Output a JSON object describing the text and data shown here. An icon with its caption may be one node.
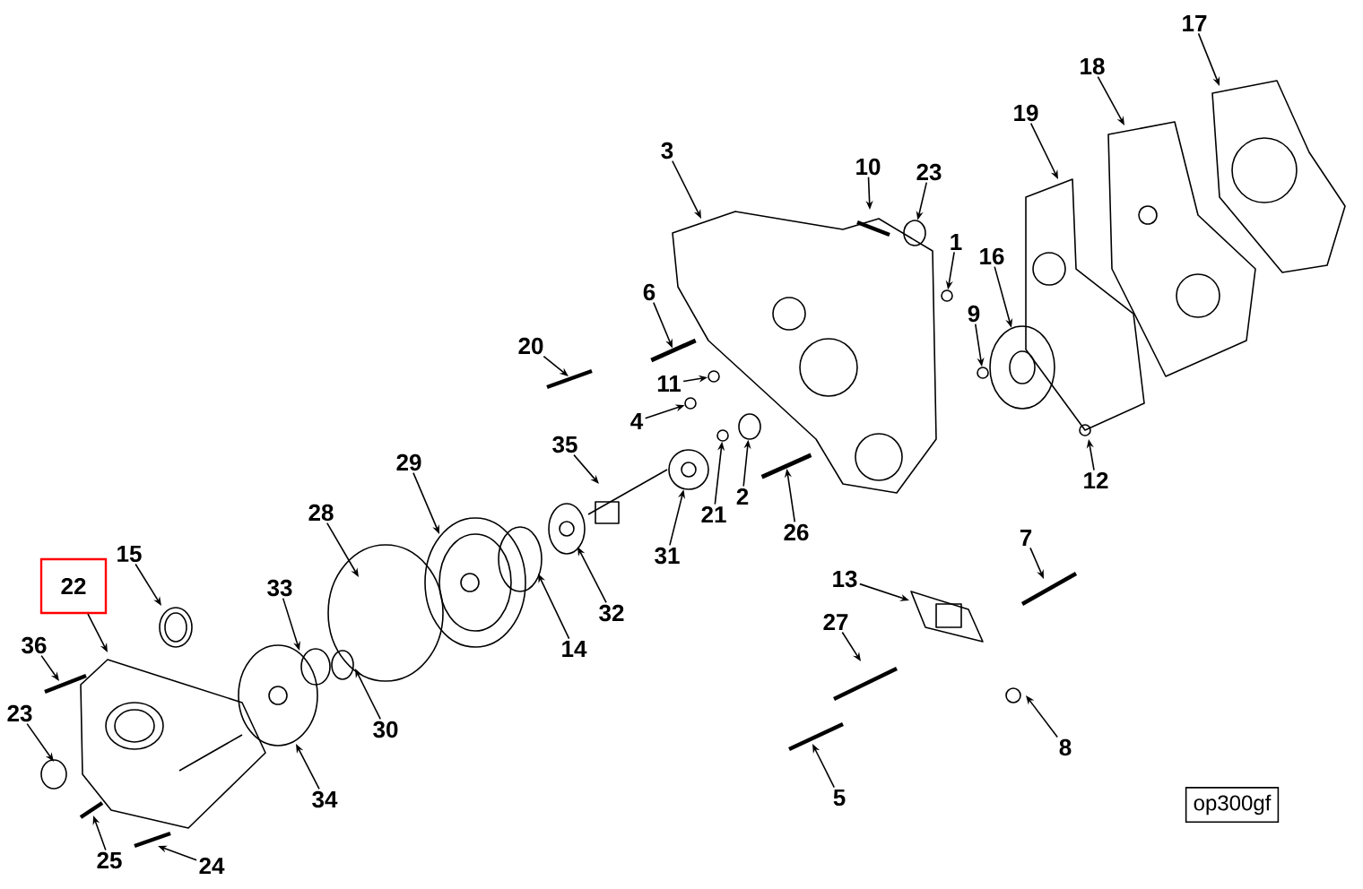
{
  "diagram": {
    "nodes": [
      {
        "text": [
          "17"
        ]
      },
      {
        "text": [
          "18"
        ]
      },
      {
        "text": [
          "19"
        ]
      },
      {
        "text": [
          "3"
        ]
      },
      {
        "text": [
          "10"
        ]
      },
      {
        "text": [
          "23"
        ]
      },
      {
        "text": [
          "1"
        ]
      },
      {
        "text": [
          "16"
        ]
      },
      {
        "text": [
          "6"
        ]
      },
      {
        "text": [
          "9"
        ]
      },
      {
        "text": [
          "20"
        ]
      },
      {
        "text": [
          "11"
        ]
      },
      {
        "text": [
          "4"
        ]
      },
      {
        "text": [
          "35"
        ]
      },
      {
        "text": [
          "29"
        ]
      },
      {
        "text": [
          "2"
        ]
      },
      {
        "text": [
          "21"
        ]
      },
      {
        "text": [
          "26"
        ]
      },
      {
        "text": [
          "12"
        ]
      },
      {
        "text": [
          "31"
        ]
      },
      {
        "text": [
          "28"
        ]
      },
      {
        "text": [
          "15"
        ]
      },
      {
        "text": [
          "22"
        ]
      },
      {
        "text": [
          "14"
        ]
      },
      {
        "text": [
          "32"
        ]
      },
      {
        "text": [
          "13"
        ]
      },
      {
        "text": [
          "7"
        ]
      },
      {
        "text": [
          "33"
        ]
      },
      {
        "text": [
          "27"
        ]
      },
      {
        "text": [
          "36"
        ]
      },
      {
        "text": [
          "23"
        ]
      },
      {
        "text": [
          "30"
        ]
      },
      {
        "text": [
          "8"
        ]
      },
      {
        "text": [
          "34"
        ]
      },
      {
        "text": [
          "5"
        ]
      },
      {
        "text": [
          "25"
        ]
      },
      {
        "text": [
          "24"
        ]
      },
      {
        "text": [
          "op300gf"
        ]
      },
      {
        "text": [],
        "shape": "circle"
      },
      {
        "text": [],
        "shape": "circle"
      },
      {
        "text": [],
        "shape": "circle"
      },
      {
        "text": [],
        "shape": "circle"
      },
      {
        "text": [],
        "shape": "bar"
      },
      {
        "text": [],
        "shape": "circle"
      },
      {
        "text": [],
        "shape": "circle"
      },
      {
        "text": [],
        "shape": "circle"
      },
      {
        "text": [],
        "shape": "circle"
      },
      {
        "text": [],
        "shape": "circle"
      },
      {
        "text": [],
        "shape": "bar"
      }
    ],
    "edges": [
      {
        "from": 0,
        "to": null,
        "arrow": "to"
      },
      {
        "from": 1,
        "to": null,
        "arrow": "to"
      },
      {
        "from": 2,
        "to": null,
        "arrow": "to"
      },
      {
        "from": 3,
        "to": null,
        "arrow": "to"
      },
      {
        "from": 4,
        "to": null,
        "arrow": "to"
      },
      {
        "from": 5,
        "to": 38,
        "arrow": "to"
      },
      {
        "from": 6,
        "to": 39,
        "arrow": "to"
      },
      {
        "from": 7,
        "to": 40,
        "arrow": "to"
      },
      {
        "from": 8,
        "to": 42,
        "arrow": "to"
      },
      {
        "from": 9,
        "to": 41,
        "arrow": "to"
      },
      {
        "from": 10,
        "to": null,
        "arrow": "to"
      },
      {
        "from": 11,
        "to": 43,
        "arrow": "to"
      },
      {
        "from": 12,
        "to": 44,
        "arrow": "to"
      },
      {
        "from": 13,
        "to": null,
        "arrow": "to"
      },
      {
        "from": 14,
        "to": null,
        "arrow": "to"
      },
      {
        "from": 15,
        "to": 45,
        "arrow": "to"
      },
      {
        "from": 16,
        "to": 46,
        "arrow": "to"
      },
      {
        "from": 17,
        "to": 48,
        "arrow": "to"
      },
      {
        "from": 18,
        "to": null,
        "arrow": "to"
      },
      {
        "from": 19,
        "to": 47,
        "arrow": "to"
      },
      {
        "from": 20,
        "to": null,
        "arrow": "to"
      },
      {
        "from": 21,
        "to": null,
        "arrow": "to"
      },
      {
        "from": 22,
        "to": null,
        "arrow": "to"
      },
      {
        "from": 23,
        "to": null,
        "arrow": "to"
      },
      {
        "from": 24,
        "to": null,
        "arrow": "to"
      },
      {
        "from": 25,
        "to": null,
        "arrow": "to"
      },
      {
        "from": 26,
        "to": null,
        "arrow": "to"
      },
      {
        "from": 27,
        "to": null,
        "arrow": "to"
      },
      {
        "from": 28,
        "to": null,
        "arrow": "to"
      },
      {
        "from": 29,
        "to": null,
        "arrow": "to"
      },
      {
        "from": 30,
        "to": null,
        "arrow": "to"
      },
      {
        "from": 31,
        "to": null,
        "arrow": "to"
      },
      {
        "from": 32,
        "to": null,
        "arrow": "to"
      },
      {
        "from": 33,
        "to": null,
        "arrow": "to"
      },
      {
        "from": 34,
        "to": null,
        "arrow": "to"
      },
      {
        "from": 35,
        "to": null,
        "arrow": "to"
      },
      {
        "from": 36,
        "to": null,
        "arrow": "to"
      }
    ]
  }
}
